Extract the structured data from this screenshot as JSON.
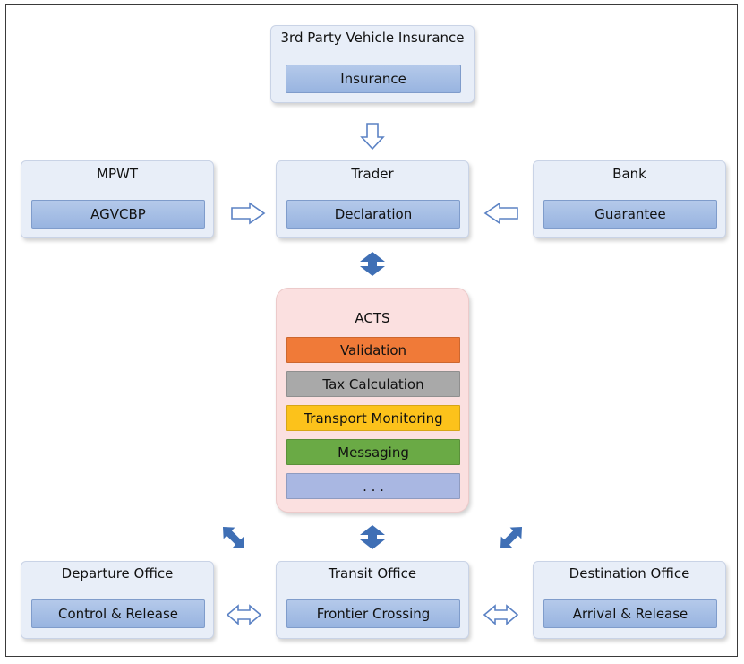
{
  "insurance": {
    "title": "3rd Party Vehicle Insurance",
    "item": "Insurance"
  },
  "mpwt": {
    "title": "MPWT",
    "item": "AGVCBP"
  },
  "trader": {
    "title": "Trader",
    "item": "Declaration"
  },
  "bank": {
    "title": "Bank",
    "item": "Guarantee"
  },
  "acts": {
    "title": "ACTS",
    "modules": [
      {
        "label": "Validation",
        "color": "#f07a38"
      },
      {
        "label": "Tax Calculation",
        "color": "#a9a9a9"
      },
      {
        "label": "Transport Monitoring",
        "color": "#fcc21b"
      },
      {
        "label": "Messaging",
        "color": "#6aaa45"
      },
      {
        "label": ". . .",
        "color": "#a9b7e2"
      }
    ]
  },
  "departure": {
    "title": "Departure Office",
    "item": "Control & Release"
  },
  "transit": {
    "title": "Transit Office",
    "item": "Frontier Crossing"
  },
  "destination": {
    "title": "Destination Office",
    "item": "Arrival & Release"
  },
  "colors": {
    "node_fill": "#e8eef8",
    "sub_fill": "#a6bee6",
    "acts_fill": "#fbe0e0",
    "arrow_blue": "#3f6fb5"
  }
}
